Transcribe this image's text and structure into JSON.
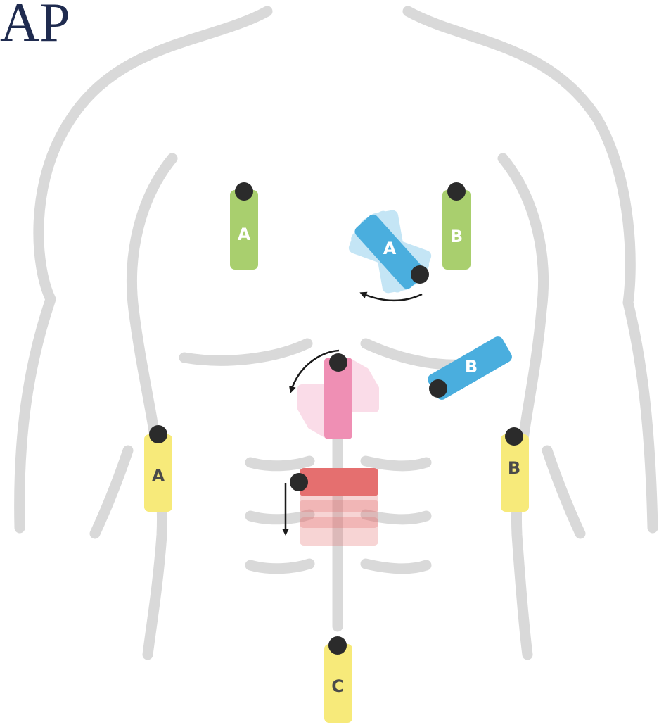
{
  "title": "AP",
  "colors": {
    "outline": "#d9d9d9",
    "green": "#a9cf6e",
    "blue": "#58b7e3",
    "pink": "#ef8fb4",
    "red": "#e56f6f",
    "yellow": "#f7ea7a",
    "electrode": "#2b2b2b",
    "title": "#1f2b4f"
  },
  "electrodes": {
    "green_a": "A",
    "green_b": "B",
    "blue_a": "A",
    "blue_b": "B",
    "yellow_a": "A",
    "yellow_b": "B",
    "yellow_c": "C"
  },
  "icons": [
    "electrode-dot",
    "rotate-arrow",
    "down-arrow"
  ]
}
